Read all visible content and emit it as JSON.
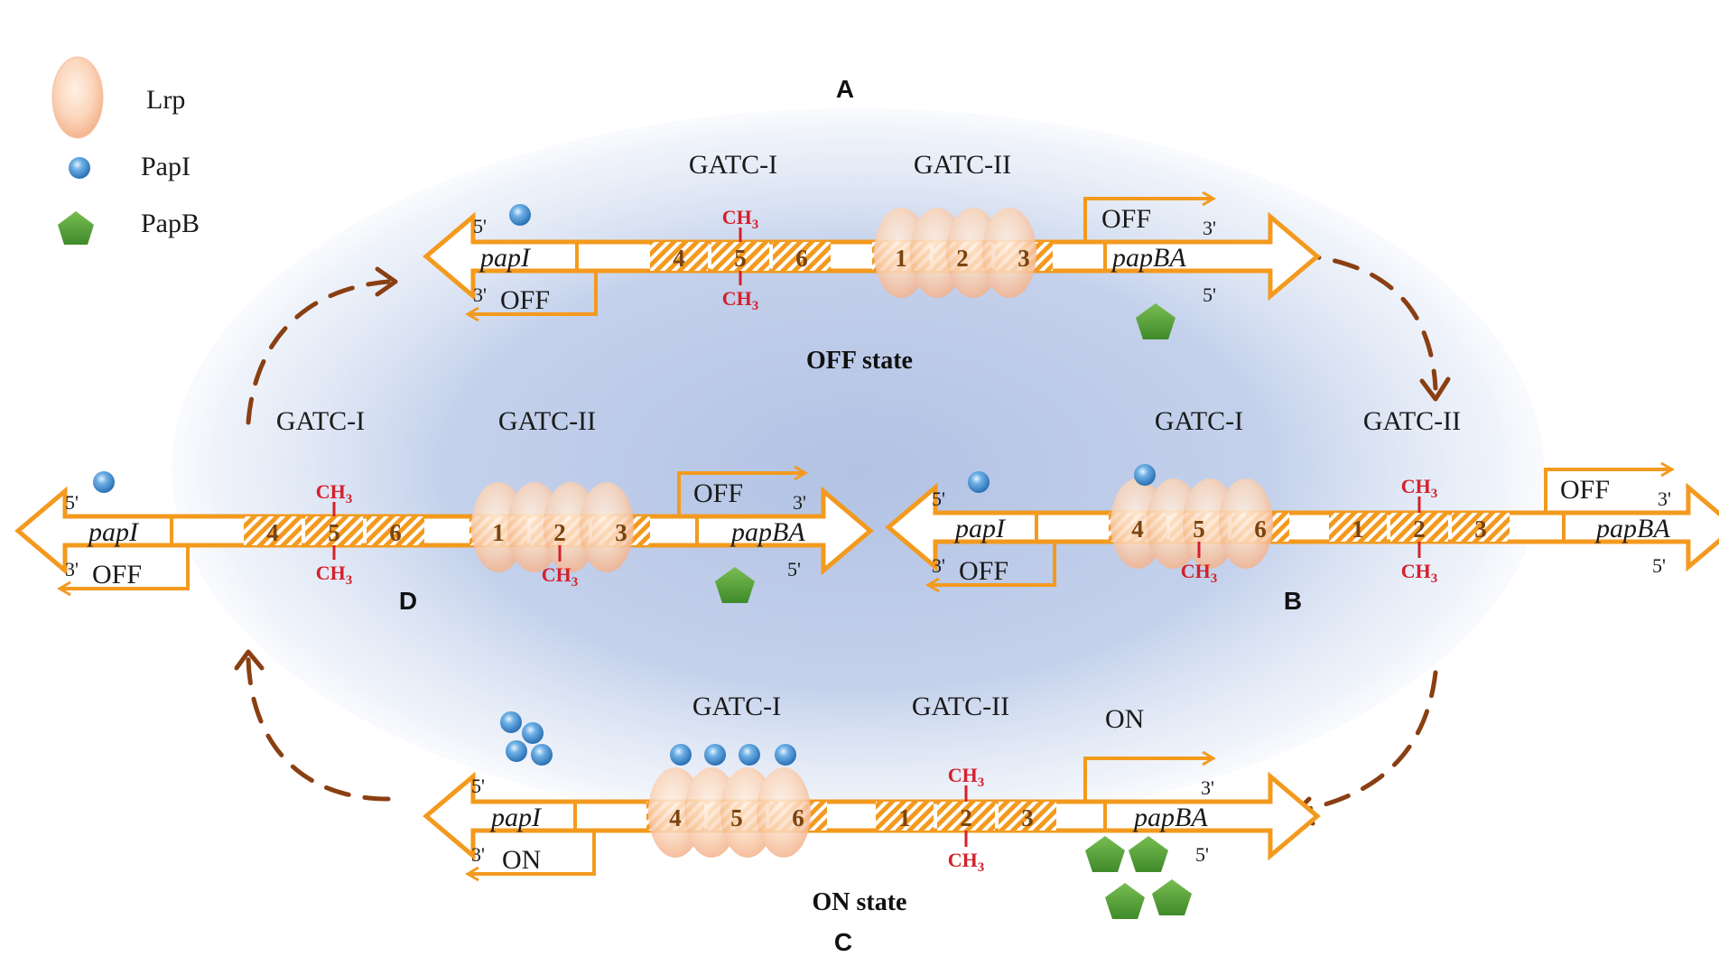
{
  "legend": {
    "lrp_label": "Lrp",
    "papi_label": "PapI",
    "papb_label": "PapB"
  },
  "panels": {
    "A": {
      "letter": "A",
      "state": "OFF state",
      "gatc1": "GATC-I",
      "gatc2": "GATC-II",
      "left_gene": "papI",
      "right_gene": "papBA",
      "left_status": "OFF",
      "right_status": "OFF",
      "five_prime_top": "5'",
      "three_prime_top": "3'",
      "three_prime_bottom": "3'",
      "five_prime_bottom": "5'",
      "sites": [
        "4",
        "5",
        "6",
        "1",
        "2",
        "3"
      ],
      "methyl": "CH",
      "methyl_sub": "3"
    },
    "B": {
      "letter": "B",
      "gatc1": "GATC-I",
      "gatc2": "GATC-II",
      "left_gene": "papI",
      "right_gene": "papBA",
      "left_status": "OFF",
      "right_status": "OFF",
      "five_prime_top": "5'",
      "three_prime_top": "3'",
      "three_prime_bottom": "3'",
      "five_prime_bottom": "5'",
      "sites": [
        "4",
        "5",
        "6",
        "1",
        "2",
        "3"
      ],
      "methyl": "CH",
      "methyl_sub": "3"
    },
    "C": {
      "letter": "C",
      "state": "ON state",
      "gatc1": "GATC-I",
      "gatc2": "GATC-II",
      "left_gene": "papI",
      "right_gene": "papBA",
      "left_status": "ON",
      "right_status": "ON",
      "five_prime_top": "5'",
      "three_prime_top": "3'",
      "three_prime_bottom": "3'",
      "five_prime_bottom": "5'",
      "sites": [
        "4",
        "5",
        "6",
        "1",
        "2",
        "3"
      ],
      "methyl": "CH",
      "methyl_sub": "3"
    },
    "D": {
      "letter": "D",
      "gatc1": "GATC-I",
      "gatc2": "GATC-II",
      "left_gene": "papI",
      "right_gene": "papBA",
      "left_status": "OFF",
      "right_status": "OFF",
      "five_prime_top": "5'",
      "three_prime_top": "3'",
      "three_prime_bottom": "3'",
      "five_prime_bottom": "5'",
      "sites": [
        "4",
        "5",
        "6",
        "1",
        "2",
        "3"
      ],
      "methyl": "CH",
      "methyl_sub": "3"
    }
  },
  "colors": {
    "dna_orange": "#f39a1e",
    "lrp_fill": "#fbd3b7",
    "papi_blue": "#3d8ad0",
    "papb_green": "#5fa63a",
    "methyl_red": "#d4202a",
    "arrow_brown": "#8a3f12",
    "glow_blue": "#b7c8e6"
  }
}
